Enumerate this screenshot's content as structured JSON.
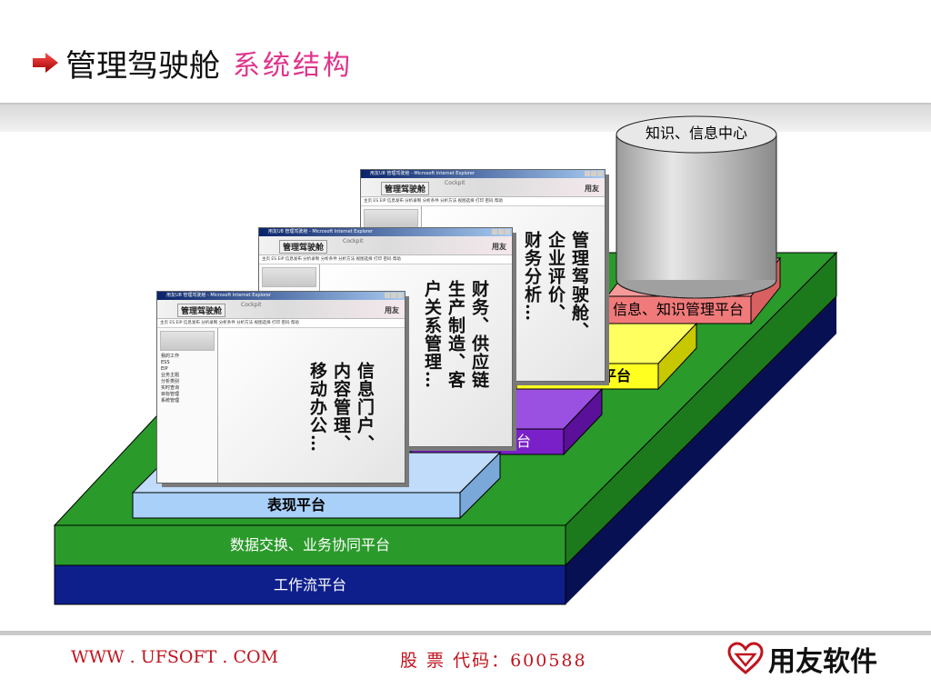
{
  "title": {
    "main": "管理驾驶舱",
    "sub": "系统结构"
  },
  "layers": {
    "workflow": "工作流平台",
    "data_exchange": "数据交换、业务协同平台",
    "presentation": "表现平台",
    "business_app": "业务应用平台",
    "management_app": "管理应用平台",
    "knowledge_mgmt": "信息、知识管理平台"
  },
  "cylinder": {
    "label": "知识、信息中心"
  },
  "windows": [
    {
      "title": "用友U8 管理驾驶舱 - Microsoft Internet Explorer",
      "header": "管理驾驶舱",
      "cockpit": "Cockpit",
      "brand": "用友",
      "menu": "主页 ES EIP 信息发布 分析录制 分析条件 分析方法 视图选择 打印 密码 帮助",
      "col1": "移动办公…",
      "col2": "内容管理、",
      "col3": "信息门户、",
      "tree": [
        "我的工作",
        "ESS",
        "EIP",
        "业务主题",
        "分析类别",
        "实时查询",
        "目标管理",
        "系统管理"
      ]
    },
    {
      "title": "用友U8 管理驾驶舱 - Microsoft Internet Explorer",
      "header": "管理驾驶舱",
      "cockpit": "Cockpit",
      "brand": "用友",
      "menu": "主页 ES EIP 信息发布 分析录制 分析条件 分析方法 视图选择 打印 密码 帮助",
      "col1": "户关系管理…",
      "col2": "生产制造、客",
      "col3": "财务、供应链"
    },
    {
      "title": "用友U8 管理驾驶舱 - Microsoft Internet Explorer",
      "header": "管理驾驶舱",
      "cockpit": "Cockpit",
      "brand": "用友",
      "menu": "主页 ES EIP 信息发布 分析录制 分析条件 分析方法 视图选择 打印 密码 帮助",
      "col1": "财务分析…",
      "col2": "企业评价、",
      "col3": "管理驾驶舱、"
    }
  ],
  "footer": {
    "url": "WWW . UFSOFT . COM",
    "stock": "股 票 代码：600588",
    "brand": "用友软件"
  },
  "colors": {
    "workflow": "#0e1f8c",
    "data_exchange": "#2a9a2a",
    "presentation": "#a8d0f8",
    "business_app": "#7a20c8",
    "management_app": "#ffff20",
    "knowledge_mgmt": "#f07a7a",
    "title_accent": "#e0348c",
    "footer_text": "#c0141d"
  }
}
